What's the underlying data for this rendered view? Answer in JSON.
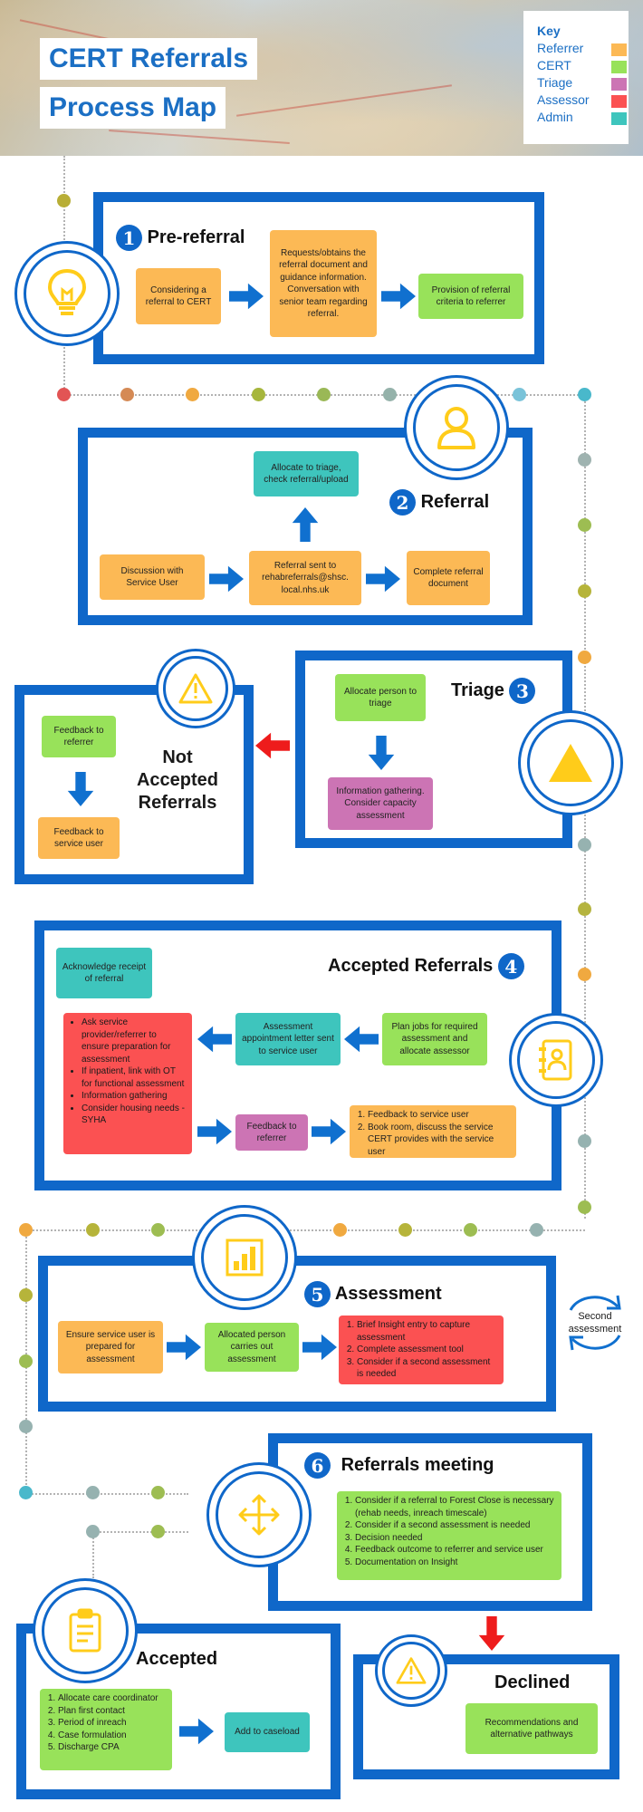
{
  "header": {
    "title_line1": "CERT Referrals",
    "title_line2": "Process Map",
    "key": {
      "title": "Key",
      "items": [
        {
          "label": "Referrer",
          "color": "#fcb955"
        },
        {
          "label": "CERT",
          "color": "#98e25a"
        },
        {
          "label": "Triage",
          "color": "#cc74b4"
        },
        {
          "label": "Assessor",
          "color": "#fb5152"
        },
        {
          "label": "Admin",
          "color": "#3ec5bd"
        }
      ]
    }
  },
  "colors": {
    "frame_blue": "#0f67c9",
    "arrow_blue": "#1070cf",
    "arrow_red": "#ee1c1c",
    "icon_yellow": "#ffcc1a"
  },
  "icons": [
    "lightbulb-icon",
    "person-icon",
    "triangle-icon",
    "warning-icon",
    "address-book-icon",
    "bar-chart-icon",
    "move-arrows-icon",
    "clipboard-icon",
    "cycle-arrows-icon"
  ],
  "sections": {
    "prereferral": {
      "number": "1",
      "title": "Pre-referral",
      "considering": "Considering a referral to CERT",
      "requests": "Requests/obtains the referral document and guidance information. Conversation with senior team regarding referral.",
      "provision": "Provision of referral criteria to referrer"
    },
    "referral": {
      "number": "2",
      "title": "Referral",
      "allocate": "Allocate to triage, check referral/upload",
      "discussion": "Discussion with Service User",
      "sent_to": "Referral sent to rehabreferrals@shsc. local.nhs.uk",
      "complete": "Complete referral document"
    },
    "triage": {
      "number": "3",
      "title": "Triage",
      "allocate_person": "Allocate person to triage",
      "information": "Information gathering. Consider capacity assessment"
    },
    "not_accepted": {
      "title_line1": "Not",
      "title_line2": "Accepted",
      "title_line3": "Referrals",
      "feedback_referrer": "Feedback to referrer",
      "feedback_service_user": "Feedback to service user"
    },
    "accepted_referrals": {
      "number": "4",
      "title": "Accepted Referrals",
      "acknowledge": "Acknowledge receipt of referral",
      "tasks": [
        "Ask service provider/referrer to ensure preparation for assessment",
        "If inpatient, link with OT for functional assessment",
        "Information gathering",
        "Consider housing needs - SYHA"
      ],
      "appointment_letter": "Assessment appointment letter sent to service user",
      "plan_jobs": "Plan jobs for required assessment and allocate assessor",
      "feedback_referrer": "Feedback to referrer",
      "steps": [
        "Feedback to service user",
        "Book room, discuss the service CERT provides with the service user"
      ]
    },
    "assessment": {
      "number": "5",
      "title": "Assessment",
      "ensure": "Ensure service user is prepared for assessment",
      "allocated": "Allocated person carries out assessment",
      "steps": [
        "Brief Insight entry to capture assessment",
        "Complete assessment tool",
        "Consider if a second assessment is needed"
      ],
      "second_assessment_line1": "Second",
      "second_assessment_line2": "assessment"
    },
    "meeting": {
      "number": "6",
      "title": "Referrals meeting",
      "steps": [
        "Consider if a referral to Forest Close is necessary (rehab needs, inreach timescale)",
        "Consider if a second assessment is needed",
        "Decision needed",
        "Feedback outcome to referrer and service user",
        "Documentation on Insight"
      ]
    },
    "accepted": {
      "title": "Accepted",
      "steps": [
        "Allocate care coordinator",
        "Plan first contact",
        "Period of inreach",
        "Case formulation",
        "Discharge CPA"
      ],
      "add_to_caseload": "Add to caseload"
    },
    "declined": {
      "title": "Declined",
      "recommendations": "Recommendations and alternative pathways"
    }
  }
}
